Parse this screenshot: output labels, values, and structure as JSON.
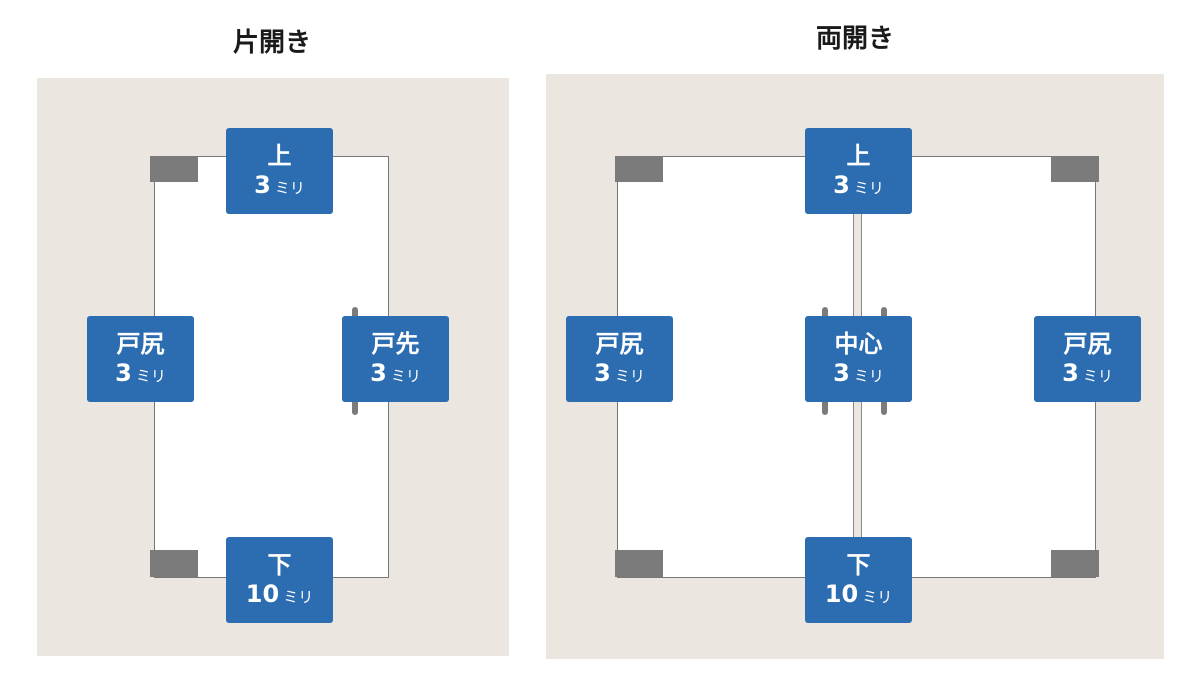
{
  "single": {
    "title": "片開き",
    "top": {
      "name": "上",
      "value": "3",
      "unit": "ミリ"
    },
    "hinge_side": {
      "name": "戸尻",
      "value": "3",
      "unit": "ミリ"
    },
    "latch_side": {
      "name": "戸先",
      "value": "3",
      "unit": "ミリ"
    },
    "bottom": {
      "name": "下",
      "value": "10",
      "unit": "ミリ"
    }
  },
  "double": {
    "title": "両開き",
    "top": {
      "name": "上",
      "value": "3",
      "unit": "ミリ"
    },
    "left": {
      "name": "戸尻",
      "value": "3",
      "unit": "ミリ"
    },
    "center": {
      "name": "中心",
      "value": "3",
      "unit": "ミリ"
    },
    "right": {
      "name": "戸尻",
      "value": "3",
      "unit": "ミリ"
    },
    "bottom": {
      "name": "下",
      "value": "10",
      "unit": "ミリ"
    }
  },
  "colors": {
    "label": "#2c6cb0",
    "panel": "#ece6e1",
    "hinge": "#7b7b7b"
  }
}
